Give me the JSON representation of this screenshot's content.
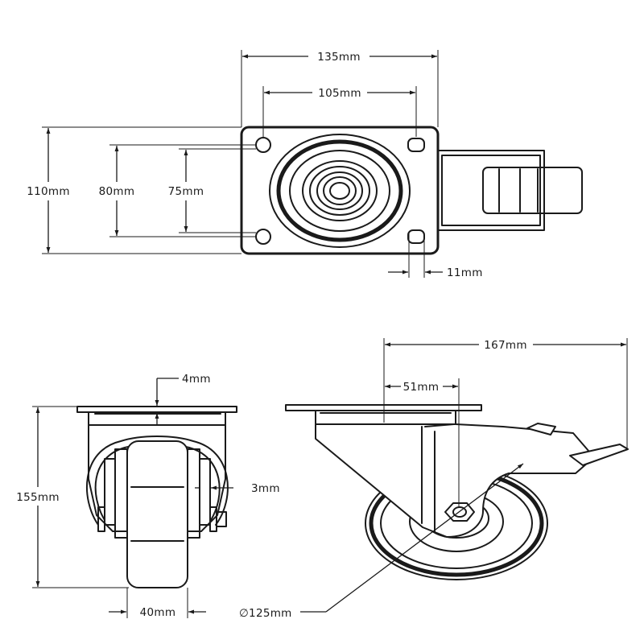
{
  "dimensions": {
    "plate_width": "135mm",
    "hole_spacing_width": "105mm",
    "plate_height": "110mm",
    "hole_spacing_outer": "80mm",
    "hole_spacing_inner": "75mm",
    "hole_size": "11mm",
    "plate_thickness": "4mm",
    "wheel_clearance": "3mm",
    "total_height": "155mm",
    "wheel_width": "40mm",
    "overall_length": "167mm",
    "swivel_offset": "51mm",
    "wheel_diameter": "∅125mm"
  },
  "views": [
    "top-view",
    "front-view",
    "side-view"
  ]
}
